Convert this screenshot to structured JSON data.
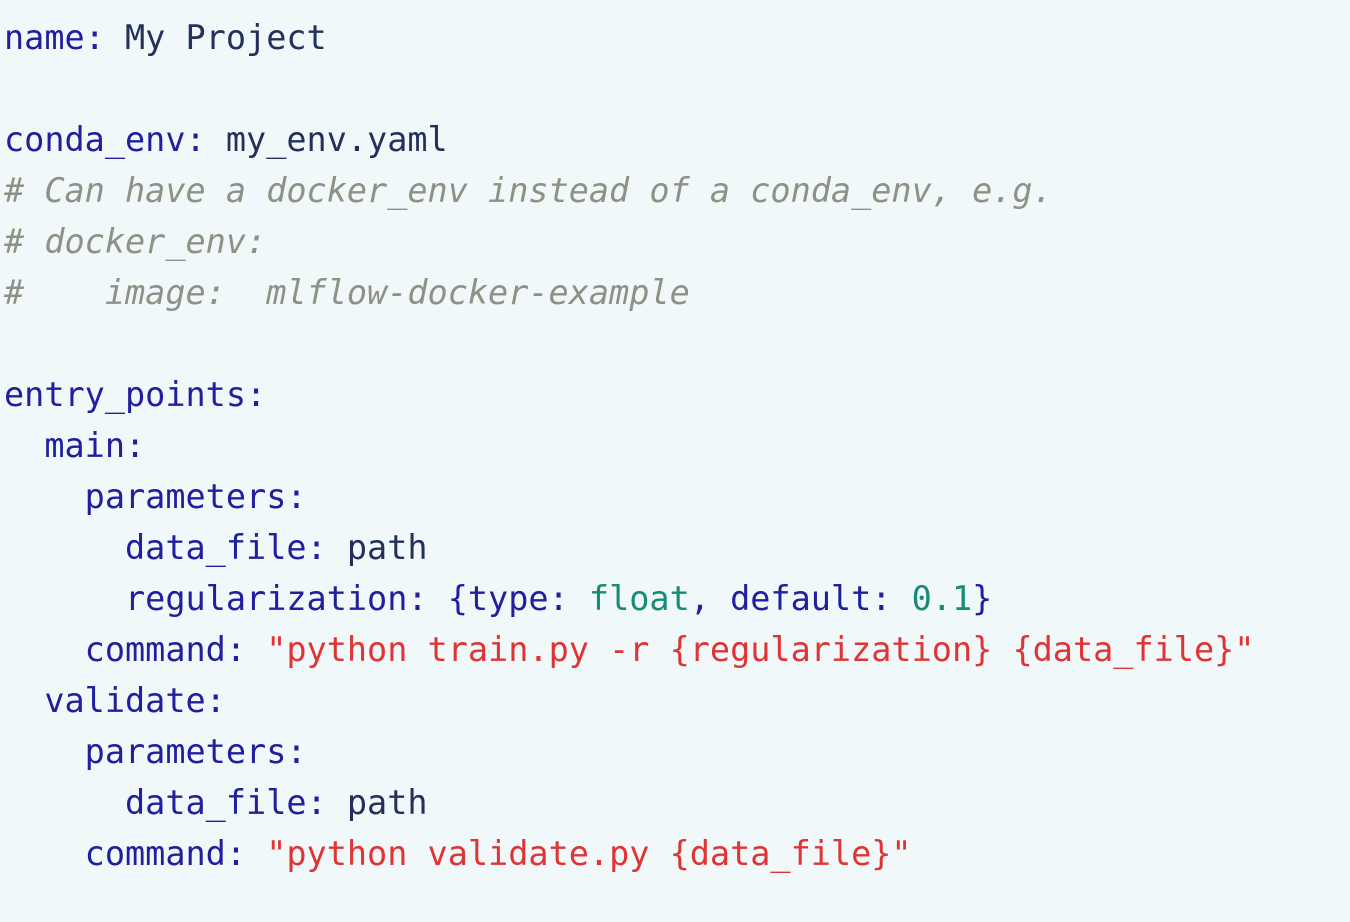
{
  "document": {
    "kind": "yaml-code-block",
    "filename_hint": "MLproject",
    "background_color": "#f0f8fa",
    "colors": {
      "key": "#20209e",
      "plain_value": "#22305a",
      "string": "#e03434",
      "number": "#158b78",
      "type": "#158b78",
      "comment": "#8f9185"
    }
  },
  "lines": [
    {
      "id": "line-name",
      "blank": false,
      "tokens": [
        {
          "text": "name:",
          "kind": "key"
        },
        {
          "text": " My Project",
          "kind": "plain"
        }
      ]
    },
    {
      "id": "line-blank-1",
      "blank": true,
      "tokens": []
    },
    {
      "id": "line-conda-env",
      "blank": false,
      "tokens": [
        {
          "text": "conda_env:",
          "kind": "key"
        },
        {
          "text": " my_env.yaml",
          "kind": "plain"
        }
      ]
    },
    {
      "id": "line-comment-1",
      "blank": false,
      "tokens": [
        {
          "text": "# Can have a docker_env instead of a conda_env, e.g.",
          "kind": "comment"
        }
      ]
    },
    {
      "id": "line-comment-2",
      "blank": false,
      "tokens": [
        {
          "text": "# docker_env:",
          "kind": "comment"
        }
      ]
    },
    {
      "id": "line-comment-3",
      "blank": false,
      "tokens": [
        {
          "text": "#    image:  mlflow-docker-example",
          "kind": "comment"
        }
      ]
    },
    {
      "id": "line-blank-2",
      "blank": true,
      "tokens": []
    },
    {
      "id": "line-entry-points",
      "blank": false,
      "tokens": [
        {
          "text": "entry_points:",
          "kind": "key"
        }
      ]
    },
    {
      "id": "line-main",
      "blank": false,
      "tokens": [
        {
          "text": "  main:",
          "kind": "key"
        }
      ]
    },
    {
      "id": "line-main-parameters",
      "blank": false,
      "tokens": [
        {
          "text": "    parameters:",
          "kind": "key"
        }
      ]
    },
    {
      "id": "line-main-data-file",
      "blank": false,
      "tokens": [
        {
          "text": "      data_file:",
          "kind": "key"
        },
        {
          "text": " path",
          "kind": "plain"
        }
      ]
    },
    {
      "id": "line-main-regularization",
      "blank": false,
      "tokens": [
        {
          "text": "      regularization:",
          "kind": "key"
        },
        {
          "text": " {type: ",
          "kind": "punct"
        },
        {
          "text": "float",
          "kind": "type"
        },
        {
          "text": ", default: ",
          "kind": "punct"
        },
        {
          "text": "0.1",
          "kind": "number"
        },
        {
          "text": "}",
          "kind": "punct"
        }
      ]
    },
    {
      "id": "line-main-command",
      "blank": false,
      "tokens": [
        {
          "text": "    command:",
          "kind": "key"
        },
        {
          "text": " ",
          "kind": "punct"
        },
        {
          "text": "\"python train.py -r {regularization} {data_file}\"",
          "kind": "string"
        }
      ]
    },
    {
      "id": "line-validate",
      "blank": false,
      "tokens": [
        {
          "text": "  validate:",
          "kind": "key"
        }
      ]
    },
    {
      "id": "line-validate-parameters",
      "blank": false,
      "tokens": [
        {
          "text": "    parameters:",
          "kind": "key"
        }
      ]
    },
    {
      "id": "line-validate-data-file",
      "blank": false,
      "tokens": [
        {
          "text": "      data_file:",
          "kind": "key"
        },
        {
          "text": " path",
          "kind": "plain"
        }
      ]
    },
    {
      "id": "line-validate-command",
      "blank": false,
      "tokens": [
        {
          "text": "    command:",
          "kind": "key"
        },
        {
          "text": " ",
          "kind": "punct"
        },
        {
          "text": "\"python validate.py {data_file}\"",
          "kind": "string"
        }
      ]
    }
  ]
}
